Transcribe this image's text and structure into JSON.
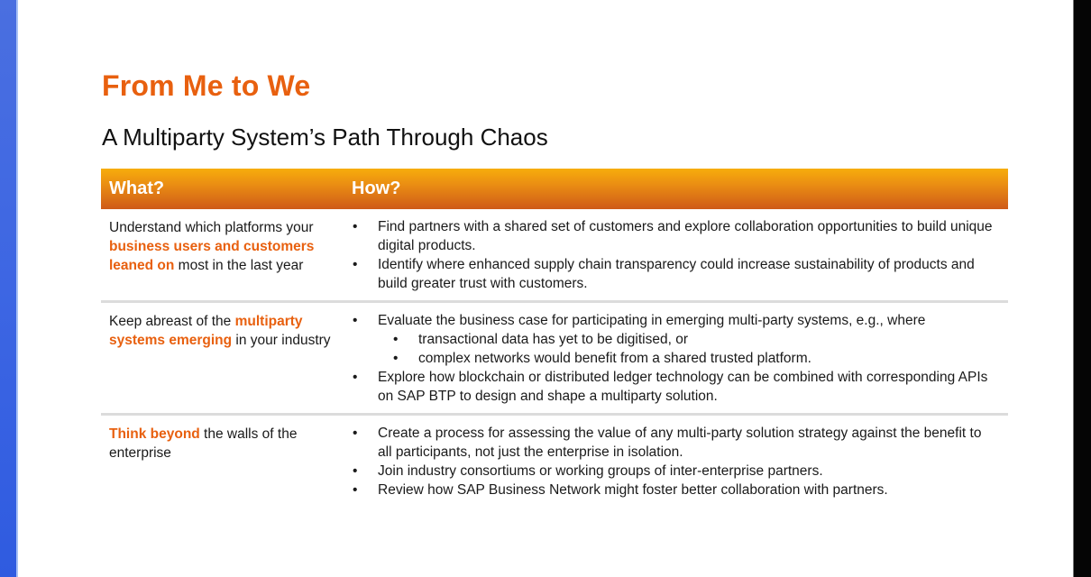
{
  "slide": {
    "title": "From Me to We",
    "subtitle": "A Multiparty System’s Path Through Chaos",
    "accent_color": "#e8600f",
    "header_gradient": [
      "#f7ad0b",
      "#cf5a18"
    ]
  },
  "table": {
    "headers": {
      "what": "What?",
      "how": "How?"
    },
    "rows": [
      {
        "what": {
          "pre": "Understand which platforms your ",
          "highlight": "business users and customers leaned on",
          "post": " most in the last year"
        },
        "how": [
          {
            "level": 1,
            "text": "Find partners with a shared set of customers and explore collaboration opportunities to build unique digital products."
          },
          {
            "level": 1,
            "text": "Identify where enhanced supply chain transparency could increase sustainability of products and build greater trust with customers."
          }
        ]
      },
      {
        "what": {
          "pre": "Keep abreast of the ",
          "highlight": "multiparty systems emerging",
          "post": " in your industry"
        },
        "how": [
          {
            "level": 1,
            "text": "Evaluate the business case for participating in emerging multi-party systems, e.g., where"
          },
          {
            "level": 2,
            "text": "transactional data has yet to be digitised, or"
          },
          {
            "level": 2,
            "text": "complex networks would benefit from a shared trusted platform."
          },
          {
            "level": 1,
            "text": "Explore how blockchain or distributed ledger technology can be combined with corresponding APIs on SAP BTP to design and shape a multiparty solution."
          }
        ]
      },
      {
        "what": {
          "pre": "",
          "highlight": "Think beyond",
          "post": " the walls of the enterprise"
        },
        "how": [
          {
            "level": 1,
            "text": "Create a process for assessing the value of any multi-party solution strategy against the benefit to all participants, not just the enterprise in isolation."
          },
          {
            "level": 1,
            "text": "Join industry consortiums or working groups of inter-enterprise partners."
          },
          {
            "level": 1,
            "text": "Review how SAP Business Network might foster better collaboration with partners."
          }
        ]
      }
    ]
  }
}
